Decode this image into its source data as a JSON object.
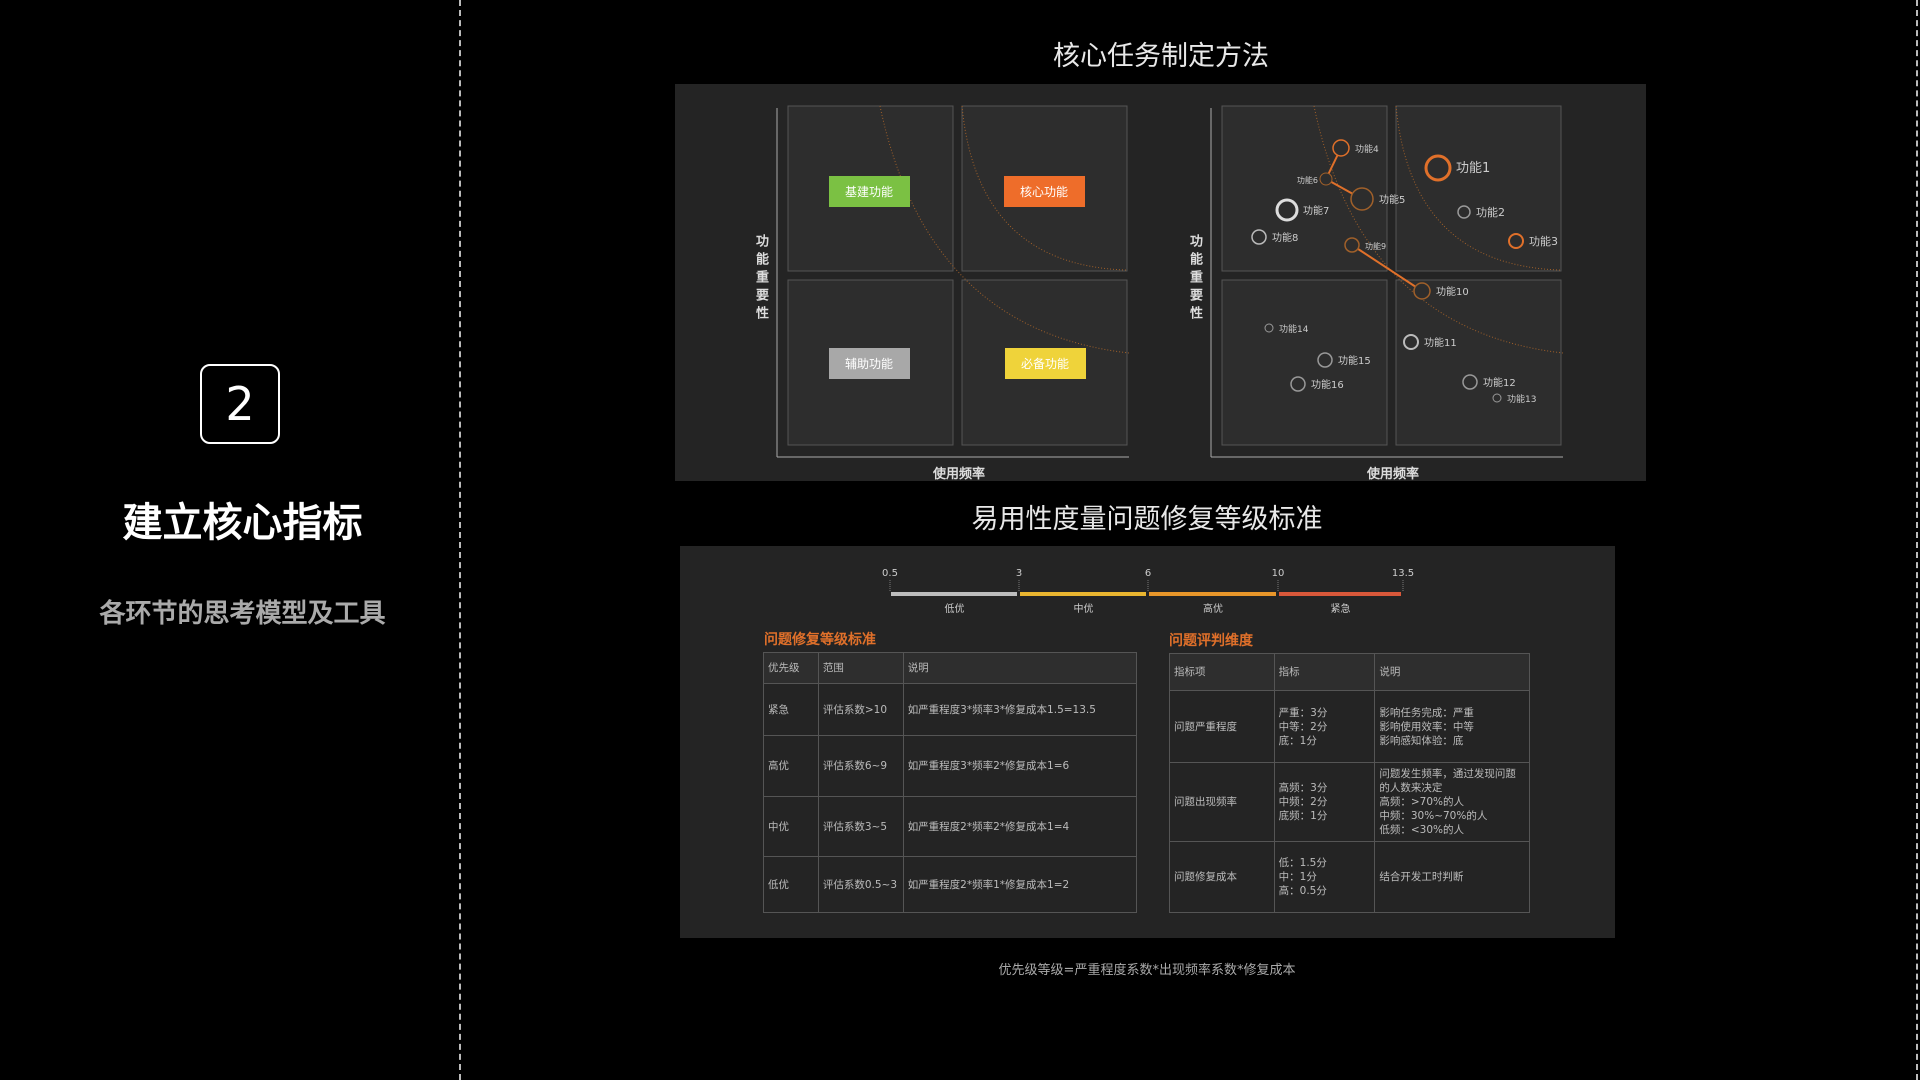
{
  "left": {
    "step_number": "2",
    "title": "建立核心指标",
    "subtitle": "各环节的思考模型及工具"
  },
  "section1": {
    "title": "核心任务制定方法",
    "chart_left": {
      "y_label": "功能重要性",
      "x_label": "使用频率",
      "quadrants": [
        {
          "label": "基建功能",
          "color": "#7bc143"
        },
        {
          "label": "核心功能",
          "color": "#ee6d2a"
        },
        {
          "label": "辅助功能",
          "color": "#a8a8a8"
        },
        {
          "label": "必备功能",
          "color": "#efd33a"
        }
      ]
    },
    "chart_right": {
      "y_label": "功能重要性",
      "x_label": "使用频率",
      "features": [
        "功能1",
        "功能2",
        "功能3",
        "功能4",
        "功能5",
        "功能6",
        "功能7",
        "功能8",
        "功能9",
        "功能10",
        "功能11",
        "功能12",
        "功能13",
        "功能14",
        "功能15",
        "功能16"
      ]
    }
  },
  "section2": {
    "title": "易用性度量问题修复等级标准",
    "scale": {
      "ticks": [
        "0.5",
        "3",
        "6",
        "10",
        "13.5"
      ],
      "levels": [
        {
          "label": "低优",
          "color": "#bdbdbd"
        },
        {
          "label": "中优",
          "color": "#e9b530"
        },
        {
          "label": "高优",
          "color": "#e8962a"
        },
        {
          "label": "紧急",
          "color": "#d9583a"
        }
      ]
    },
    "table_left": {
      "title": "问题修复等级标准",
      "headers": [
        "优先级",
        "范围",
        "说明"
      ],
      "rows": [
        [
          "紧急",
          "评估系数>10",
          "如严重程度3*频率3*修复成本1.5=13.5"
        ],
        [
          "高优",
          "评估系数6~9",
          "如严重程度3*频率2*修复成本1=6"
        ],
        [
          "中优",
          "评估系数3~5",
          "如严重程度2*频率2*修复成本1=4"
        ],
        [
          "低优",
          "评估系数0.5~3",
          "如严重程度2*频率1*修复成本1=2"
        ]
      ]
    },
    "table_right": {
      "title": "问题评判维度",
      "headers": [
        "指标项",
        "指标",
        "说明"
      ],
      "rows": [
        [
          "问题严重程度",
          "严重：3分\n中等：2分\n底：1分",
          "影响任务完成：严重\n影响使用效率：中等\n影响感知体验：底"
        ],
        [
          "问题出现频率",
          "高频：3分\n中频：2分\n底频：1分",
          "问题发生频率，通过发现问题的人数来决定\n高频：>70%的人\n中频：30%~70%的人\n低频：<30%的人"
        ],
        [
          "问题修复成本",
          "低：1.5分\n中：1分\n高：0.5分",
          "结合开发工时判断"
        ]
      ]
    },
    "footer": "优先级等级=严重程度系数*出现频率系数*修复成本"
  },
  "accent_color": "#e0702a"
}
